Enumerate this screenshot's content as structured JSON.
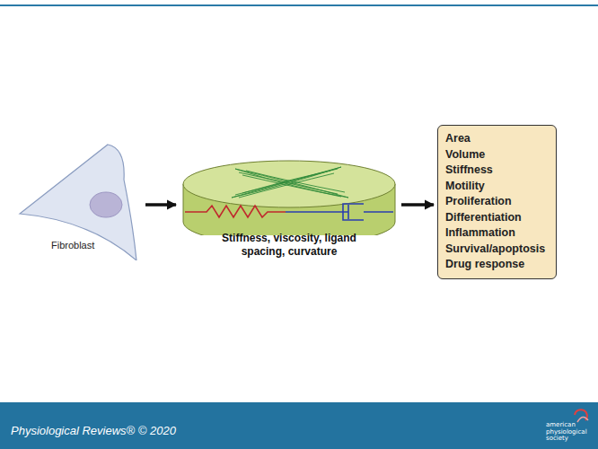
{
  "diagram": {
    "nodes": [
      {
        "text": [
          "Fibroblast"
        ]
      },
      {
        "text": [
          "Stiffness, viscosity, ligand spacing, curvature"
        ]
      },
      {
        "text": [
          "Area",
          "Volume",
          "Stiffness",
          "Motility",
          "Proliferation",
          "Differentiation",
          "Inflammation",
          "Survival/apoptosis",
          "Drug response"
        ]
      }
    ],
    "edges": [
      {
        "from": 0,
        "to": 1,
        "arrow": "to"
      },
      {
        "from": 1,
        "to": 2,
        "arrow": "to"
      }
    ],
    "labels": [
      "Physiological Reviews® © 2020",
      "american physiological society"
    ]
  }
}
